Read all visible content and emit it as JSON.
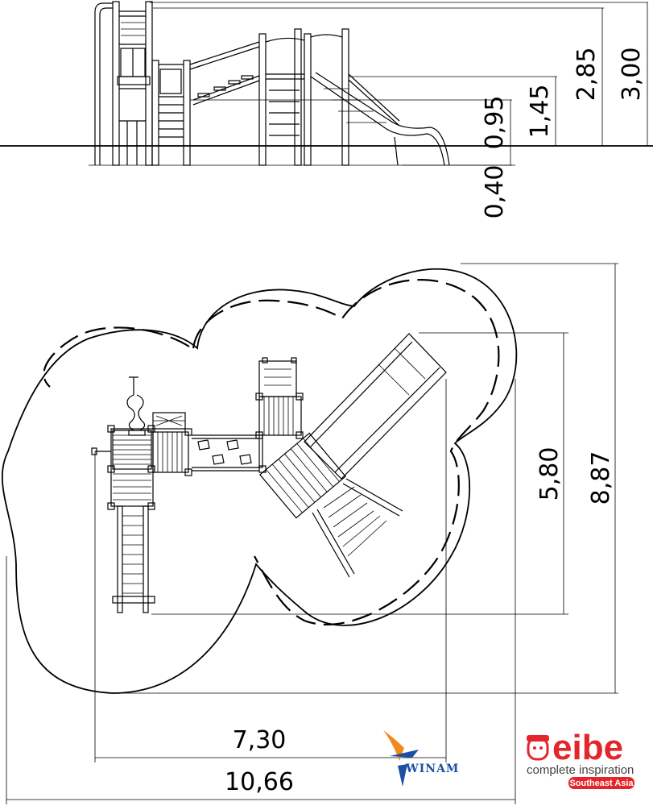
{
  "elevation": {
    "dims": {
      "total_height": "3,00",
      "platform_top": "2,85",
      "upper_level": "1,45",
      "lower_level": "0,95",
      "foundation_depth": "0,40"
    }
  },
  "plan": {
    "dims": {
      "depth_inner": "5,80",
      "depth_outer": "8,87",
      "width_inner": "7,30",
      "width_outer": "10,66"
    }
  },
  "branding": {
    "winam": "WINAM",
    "eibe_name": "eibe",
    "eibe_tagline": "complete inspiration",
    "eibe_region": "Southeast Asia",
    "colors": {
      "eibe_red": "#e3262b",
      "winam_blue": "#1d4fa3",
      "winam_orange": "#f08a1c"
    }
  }
}
